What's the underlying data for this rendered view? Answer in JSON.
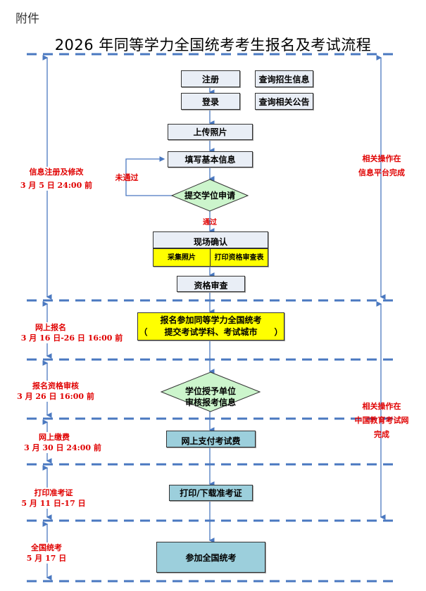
{
  "header": {
    "attachment_label": "附件",
    "title": "2026 年同等学力全国统考考生报名及考试流程"
  },
  "colors": {
    "line_blue": "#4a78c0",
    "label_red": "#e00000",
    "box_default": "#e9eef6",
    "box_cyan": "#9ccfdc",
    "box_yellow": "#ffff00",
    "diamond_green": "#ccf5cc"
  },
  "flow": {
    "register": "注册",
    "login": "登录",
    "query_admission_info": "查询招生信息",
    "query_announcements": "查询相关公告",
    "upload_photo": "上传照片",
    "fill_basic_info": "填写基本信息",
    "submit_degree_application": "提交学位申请",
    "not_passed": "未通过",
    "passed": "通过",
    "onsite_confirm": "现场确认",
    "collect_photo": "采集照片",
    "print_review_form": "打印资格审查表",
    "qualification_review": "资格审查",
    "register_exam_line1": "报名参加同等学力全国统考",
    "register_exam_line2": "（　　提交考试学科、考试城市　　）",
    "degree_unit_review_line1": "学位授予单位",
    "degree_unit_review_line2": "审核报考信息",
    "online_payment": "网上支付考试费",
    "print_admission_ticket": "打印/下载准考证",
    "attend_exam": "参加全国统考"
  },
  "stages": [
    {
      "name": "信息注册及修改",
      "deadline": "3 月 5 日 24:00 前"
    },
    {
      "name": "网上报名",
      "deadline": "3 月 16 日-26 日 16:00 前"
    },
    {
      "name": "报名资格审核",
      "deadline": "3 月 26 日 16:00 前"
    },
    {
      "name": "网上缴费",
      "deadline": "3 月 30 日 24:00 前"
    },
    {
      "name": "打印准考证",
      "deadline": "5 月 11 日-17 日"
    },
    {
      "name": "全国统考",
      "deadline": "5 月 17 日"
    }
  ],
  "platforms": [
    {
      "line1": "相关操作在",
      "line2": "信息平台完成"
    },
    {
      "line1": "相关操作在",
      "line2": "中国教育考试网",
      "line3": "完成"
    }
  ]
}
